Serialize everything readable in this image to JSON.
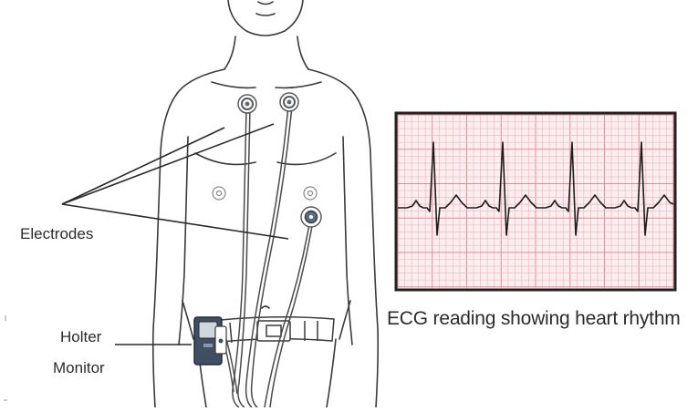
{
  "labels": {
    "electrodes": "Electrodes",
    "holter_line1": "Holter",
    "holter_line2": "Monitor",
    "ecg_caption": "ECG reading showing heart rhythm"
  },
  "colors": {
    "line": "#2f2f2f",
    "ecg_grid_minor": "#f2b8bd",
    "ecg_grid_major": "#e58c95",
    "ecg_background": "#fbeef0",
    "ecg_frame": "#222222",
    "electrode_fill": "#5c6c7a",
    "monitor_fill": "#404f63"
  },
  "icons": {
    "electrode": "electrode-pad-icon",
    "monitor": "holter-monitor-icon"
  }
}
